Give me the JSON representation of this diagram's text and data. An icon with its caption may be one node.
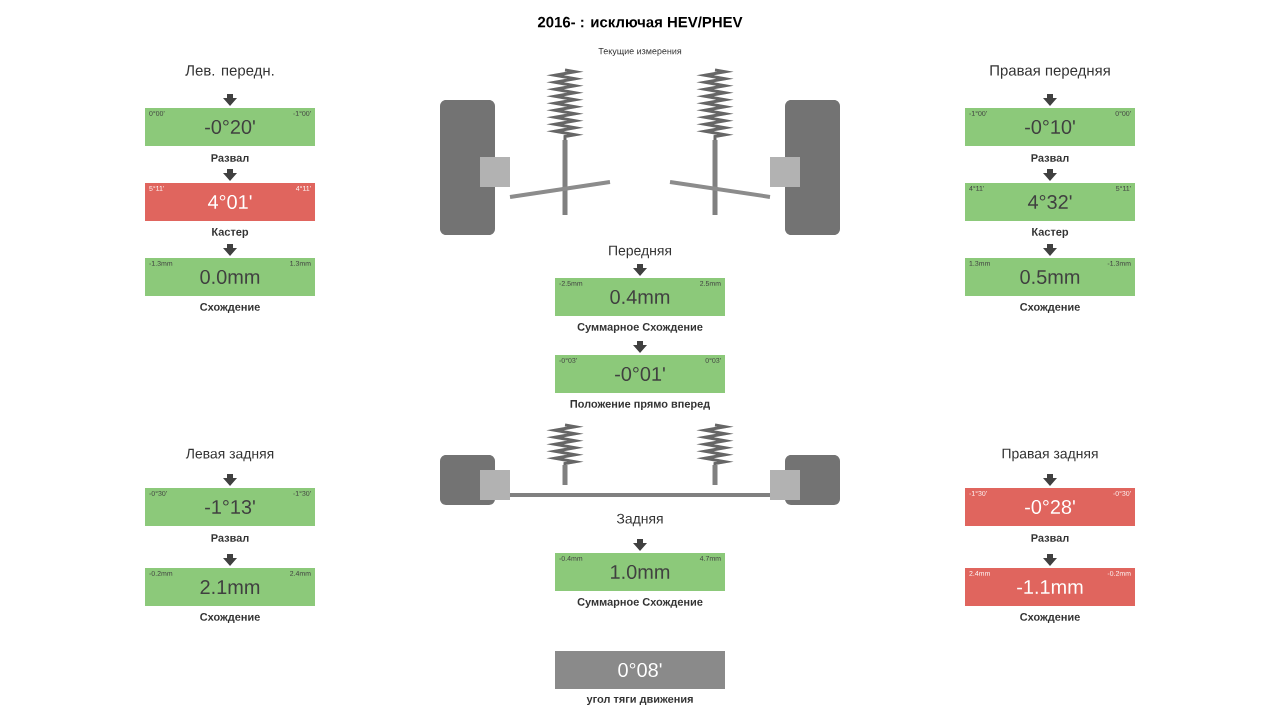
{
  "diagram": {
    "title": "2016- : исключая HEV/PHEV",
    "nodes": [
      {
        "text": [
          "0°00'",
          "-0°20'",
          "-1°00'"
        ],
        "beside": [
          "Развал"
        ]
      },
      {
        "text": [
          "5°11'",
          "4°01'",
          "4°11'"
        ],
        "beside": [
          "Кастер"
        ]
      },
      {
        "text": [
          "-1.3mm",
          "0.0mm",
          "1.3mm"
        ],
        "beside": [
          "Схождение"
        ]
      },
      {
        "text": [
          "-2.5mm",
          "0.4mm",
          "2.5mm"
        ],
        "beside": [
          "Суммарное Схождение"
        ]
      },
      {
        "text": [
          "-0°03'",
          "-0°01'",
          "0°03'"
        ],
        "beside": [
          "Положение прямо вперед"
        ]
      },
      {
        "text": [
          "-1°00'",
          "-0°10'",
          "0°00'"
        ],
        "beside": [
          "Развал"
        ]
      },
      {
        "text": [
          "4°11'",
          "4°32'",
          "5°11'"
        ],
        "beside": [
          "Кастер"
        ]
      },
      {
        "text": [
          "1.3mm",
          "0.5mm",
          "-1.3mm"
        ],
        "beside": [
          "Схождение"
        ]
      },
      {
        "text": [
          "-0°30'",
          "-1°13'",
          "-1°30'"
        ],
        "beside": [
          "Развал"
        ]
      },
      {
        "text": [
          "-0.2mm",
          "2.1mm",
          "2.4mm"
        ],
        "beside": [
          "Схождение"
        ]
      },
      {
        "text": [
          "-0.4mm",
          "1.0mm",
          "4.7mm"
        ],
        "beside": [
          "Суммарное Схождение"
        ]
      },
      {
        "text": [
          "-1°30'",
          "-0°28'",
          "-0°30'"
        ],
        "beside": [
          "Развал"
        ]
      },
      {
        "text": [
          "2.4mm",
          "-1.1mm",
          "-0.2mm"
        ],
        "beside": [
          "Схождение"
        ]
      },
      {
        "text": [
          "0°08'"
        ],
        "beside": [
          "угол тяги движения"
        ]
      }
    ],
    "labels": [
      "Текущие измерения",
      "Лев. передн.",
      "Правая передняя",
      "Передняя",
      "Левая задняя",
      "Задняя",
      "Правая задняя"
    ]
  }
}
